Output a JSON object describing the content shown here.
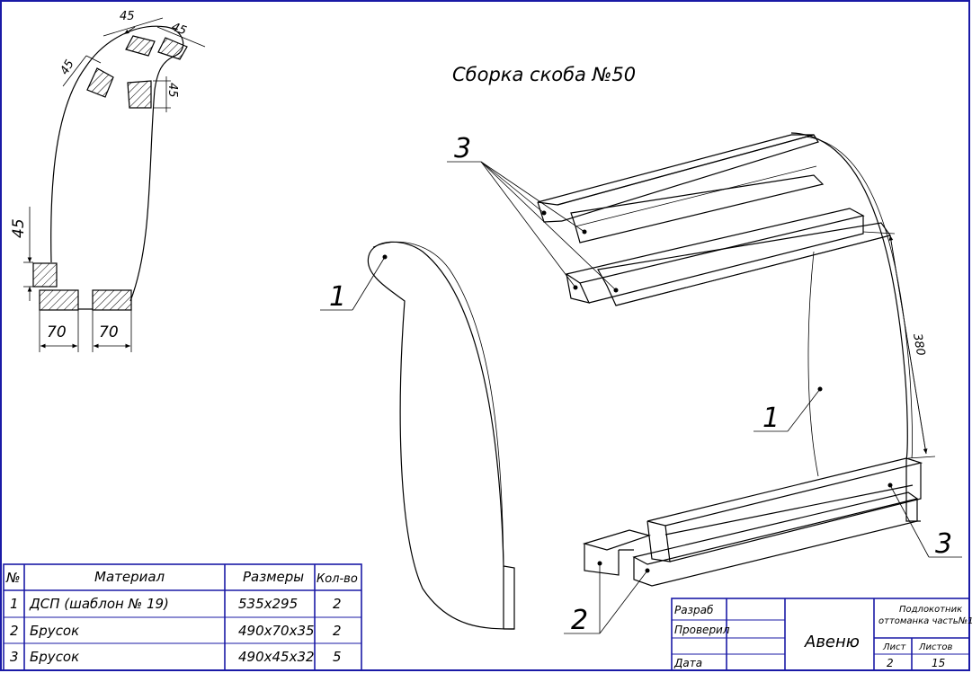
{
  "title": "Сборка скоба №50",
  "callouts": {
    "part1_left": "1",
    "part1_right": "1",
    "part2": "2",
    "part3_top": "3",
    "part3_bottom": "3"
  },
  "dimensions": {
    "d45_top": "45",
    "d45_topright": "45",
    "d45_left": "45",
    "d45_right": "45",
    "d45_side": "45",
    "d70_left": "70",
    "d70_right": "70",
    "d380": "380"
  },
  "bom": {
    "headers": {
      "num": "№",
      "material": "Материал",
      "size": "Размеры",
      "qty": "Кол-во"
    },
    "rows": [
      {
        "num": "1",
        "material": "ДСП   (шаблон № 19)",
        "size": "535x295",
        "qty": "2"
      },
      {
        "num": "2",
        "material": "Брусок",
        "size": "490x70x35",
        "qty": "2"
      },
      {
        "num": "3",
        "material": "Брусок",
        "size": "490x45x32",
        "qty": "5"
      }
    ]
  },
  "stamp": {
    "developed": "Разраб",
    "checked": "Проверил",
    "date": "Дата",
    "company": "Авеню",
    "product_line1": "Подлокотник",
    "product_line2": "оттоманка часть№1",
    "sheet_label": "Лист",
    "sheets_label": "Листов",
    "sheet": "2",
    "sheets": "15"
  }
}
